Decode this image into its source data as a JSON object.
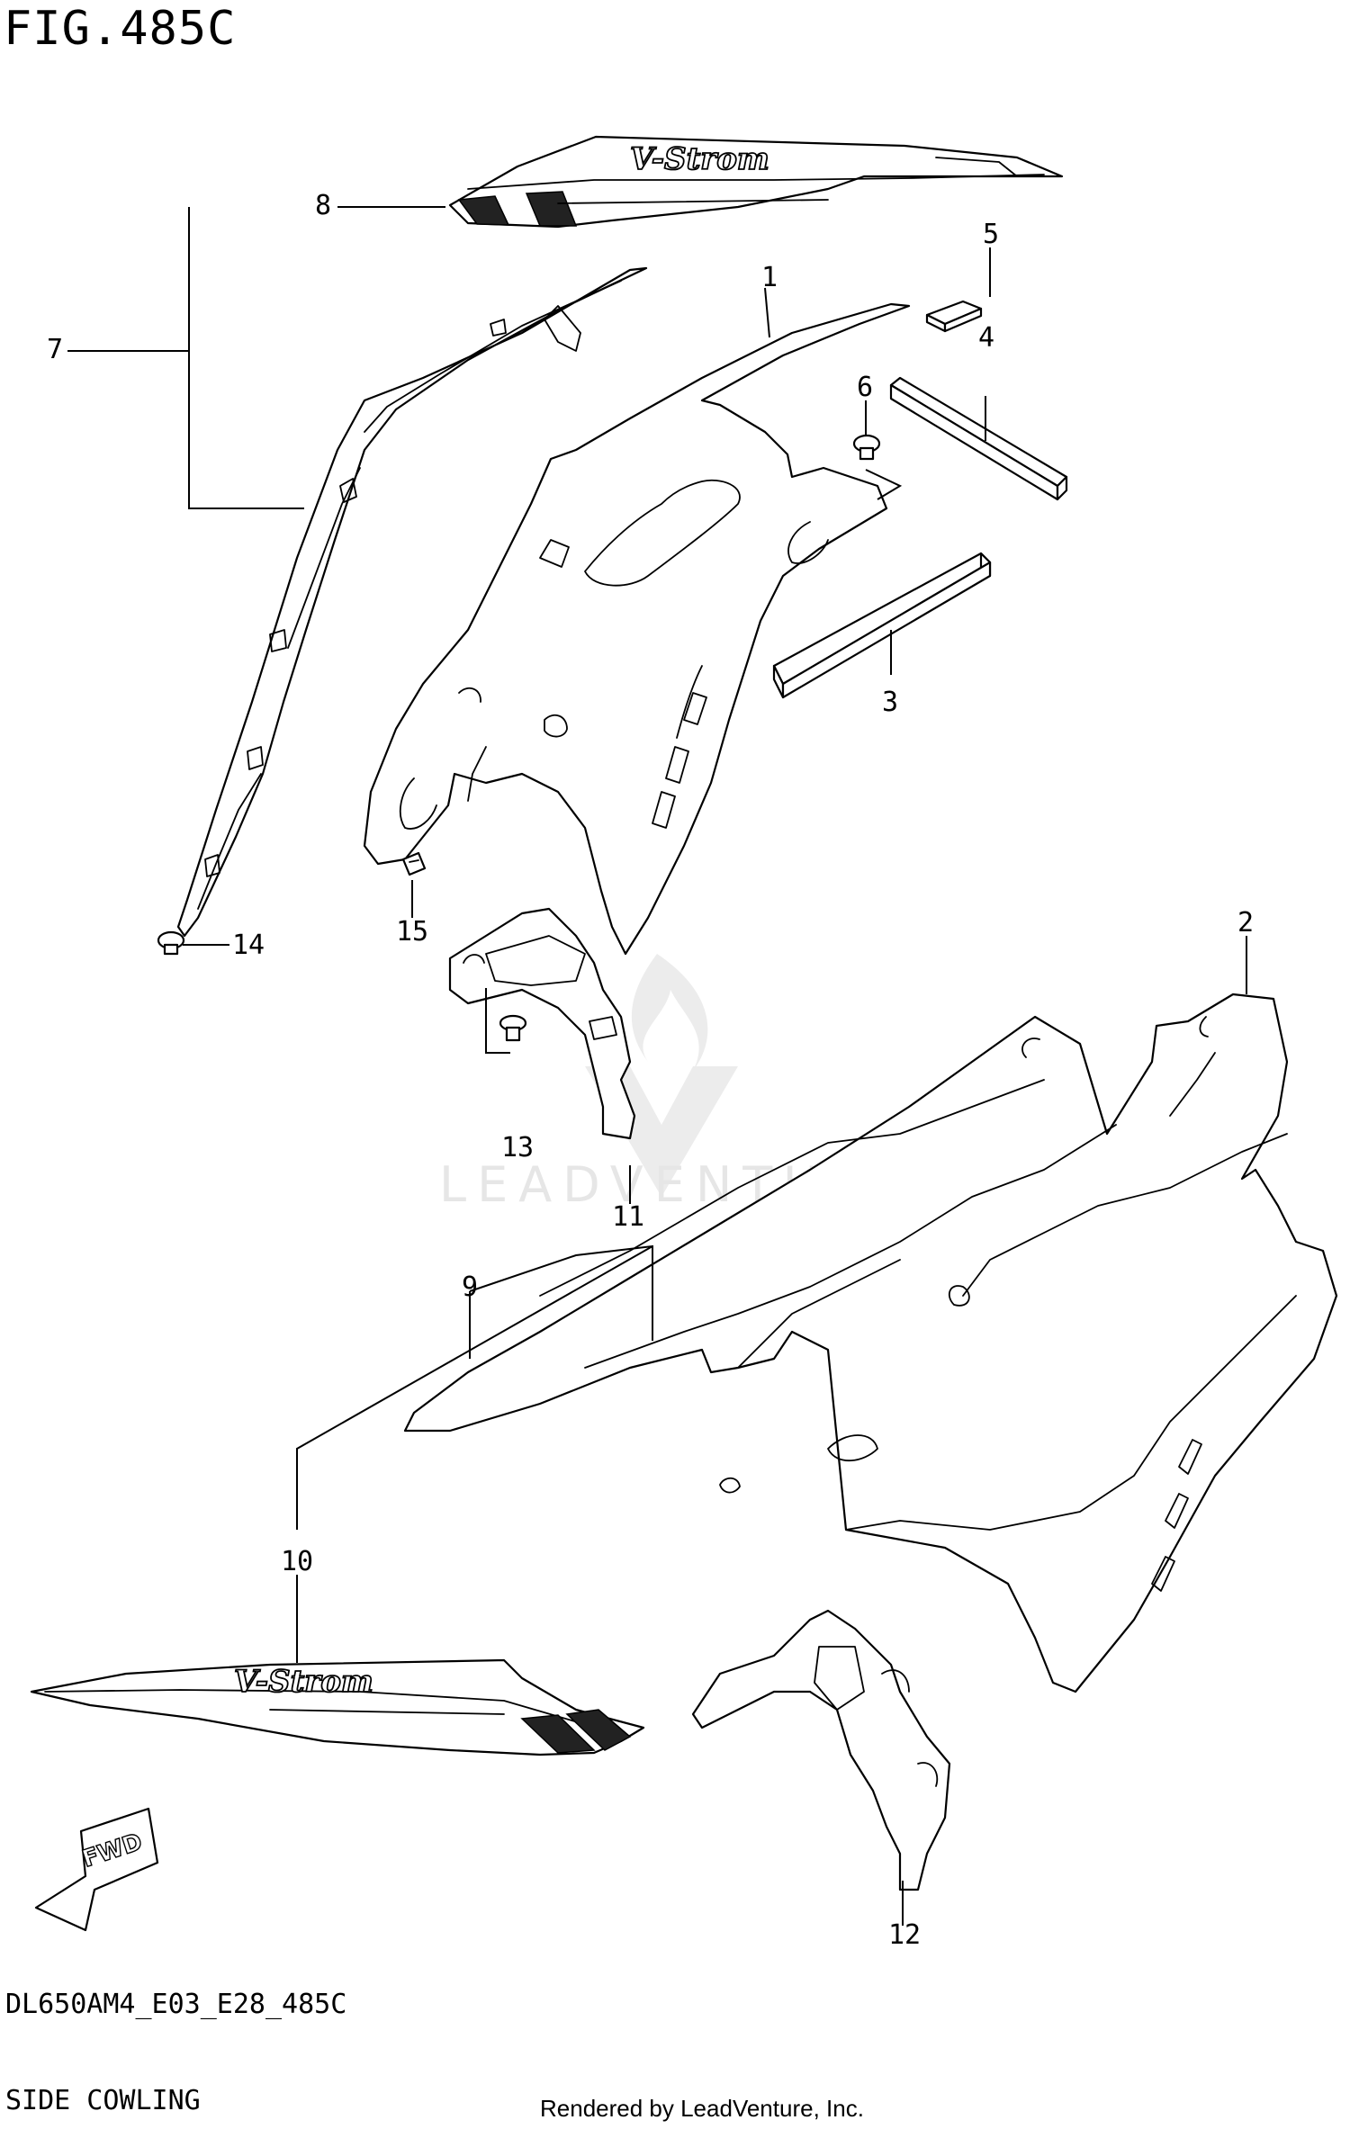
{
  "header": {
    "figure_title": "FIG.485C"
  },
  "footer": {
    "model_code": "DL650AM4_E03_E28_485C",
    "section_name": "SIDE COWLING",
    "credit": "Rendered by LeadVenture, Inc."
  },
  "watermark": {
    "text": "LEADVENTURE"
  },
  "decal_logo": "V-Strom",
  "fwd_label": "FWD",
  "callouts": {
    "c1": "1",
    "c2": "2",
    "c3": "3",
    "c4": "4",
    "c5": "5",
    "c6": "6",
    "c7": "7",
    "c8": "8",
    "c9": "9",
    "c10": "10",
    "c11": "11",
    "c12": "12",
    "c13": "13",
    "c14": "14",
    "c15": "15"
  }
}
